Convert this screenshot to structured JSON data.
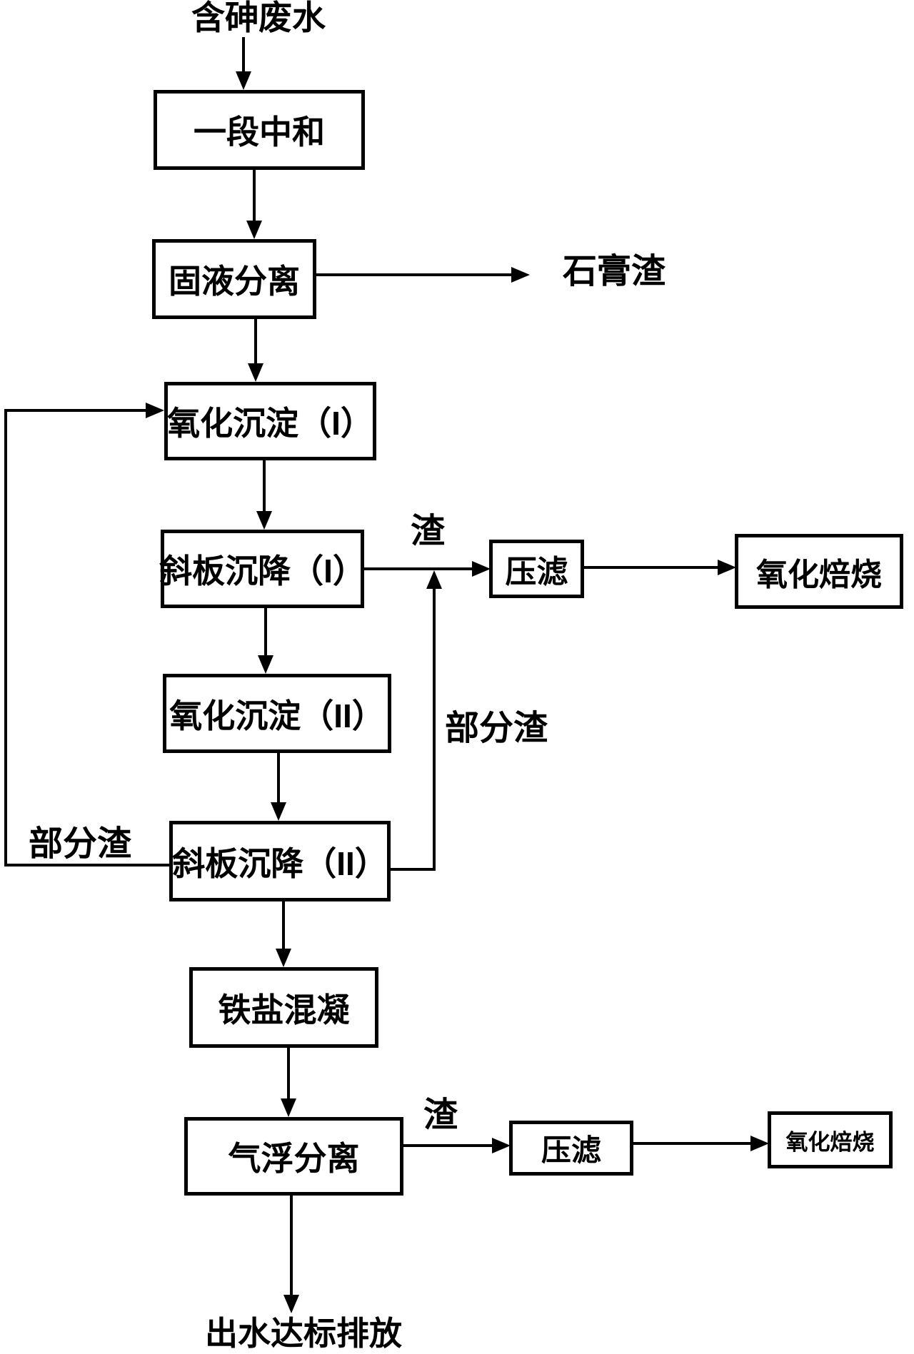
{
  "flowchart": {
    "terminals": {
      "input": "含砷废水",
      "output": "出水达标排放"
    },
    "nodes": {
      "neutralization": {
        "label": "一段中和"
      },
      "solid_liquid_separation": {
        "label": "固液分离"
      },
      "oxidation_precipitation_1": {
        "label": "氧化沉淀（I）"
      },
      "plate_settling_1": {
        "label": "斜板沉降（I）"
      },
      "press_filter_1": {
        "label": "压滤"
      },
      "oxidation_roasting_1": {
        "label": "氧化焙烧"
      },
      "oxidation_precipitation_2": {
        "label": "氧化沉淀（II）"
      },
      "plate_settling_2": {
        "label": "斜板沉降（II）"
      },
      "iron_salt_coagulation": {
        "label": "铁盐混凝"
      },
      "air_flotation": {
        "label": "气浮分离"
      },
      "press_filter_2": {
        "label": "压滤"
      },
      "oxidation_roasting_2": {
        "label": "氧化焙烧"
      }
    },
    "stream_labels": {
      "gypsum_residue": "石膏渣",
      "residue_1": "渣",
      "partial_residue_to_filter": "部分渣",
      "partial_residue_recycle": "部分渣",
      "residue_2": "渣"
    },
    "colors": {
      "stroke": "#000000",
      "background": "#ffffff",
      "text": "#000000"
    }
  }
}
